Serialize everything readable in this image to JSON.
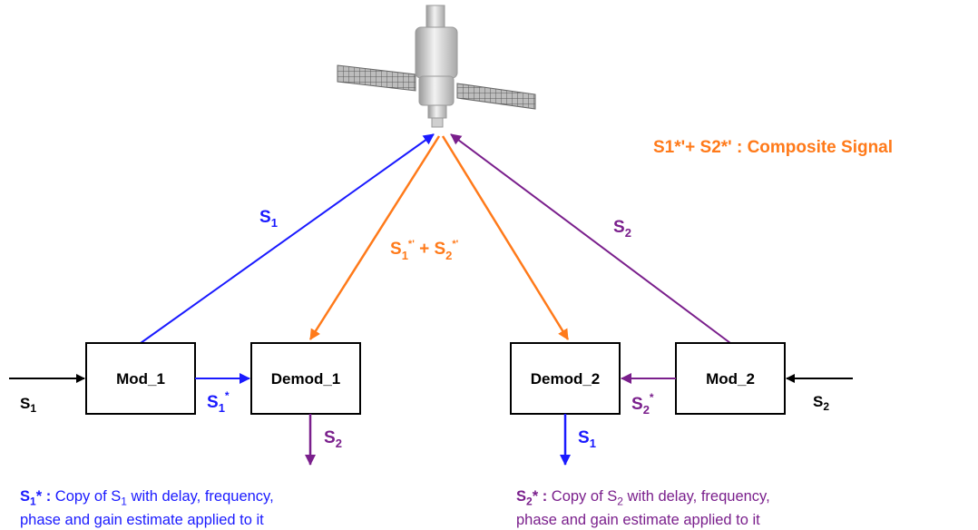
{
  "composite_label": "S1*'+ S2*' : Composite Signal",
  "nodes": {
    "mod_1": "Mod_1",
    "demod_1": "Demod_1",
    "demod_2": "Demod_2",
    "mod_2": "Mod_2"
  },
  "labels": {
    "s1": "S",
    "s2": "S",
    "sub1": "1",
    "sub2": "2",
    "star": "*",
    "prime_star": "*'",
    "plus": " + "
  },
  "notes": {
    "s1_note_head": "S",
    "s1_note_sub": "1",
    "s1_note_star": "* :",
    "s1_note_line1_a": " Copy of S",
    "s1_note_line1_sub": "1",
    "s1_note_line1_b": " with delay, frequency,",
    "s1_note_line2": "phase and gain estimate applied to it",
    "s2_note_head": "S",
    "s2_note_sub": "2",
    "s2_note_star": "* :",
    "s2_note_line1_a": " Copy of S",
    "s2_note_line1_sub": "2",
    "s2_note_line1_b": " with delay, frequency,",
    "s2_note_line2": "phase and gain estimate applied to it"
  },
  "colors": {
    "blue": "#1a1aff",
    "purple": "#7a1f8c",
    "orange": "#ff7a1a",
    "black": "#000000"
  }
}
